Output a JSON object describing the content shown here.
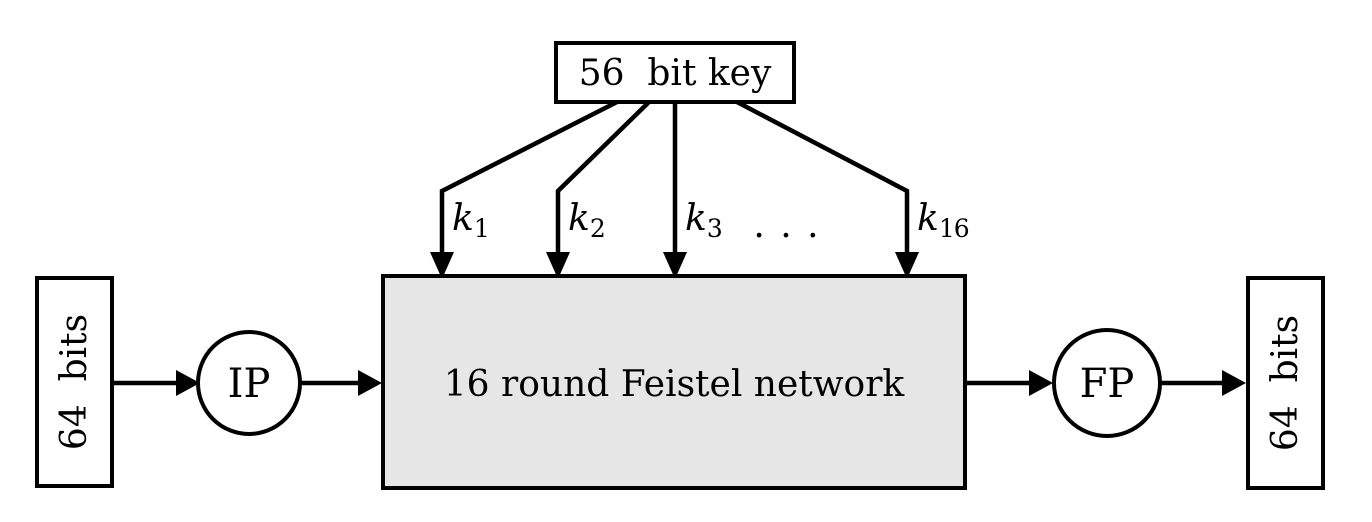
{
  "diagram": {
    "description": "DES block cipher overview diagram",
    "key_box": {
      "label": "56  bit key"
    },
    "round_keys": {
      "k1": {
        "base": "k",
        "sub": "1"
      },
      "k2": {
        "base": "k",
        "sub": "2"
      },
      "k3": {
        "base": "k",
        "sub": "3"
      },
      "ellipsis": ". . .",
      "k16": {
        "base": "k",
        "sub": "16"
      }
    },
    "feistel_box": {
      "label": "16 round Feistel network"
    },
    "ip_node": {
      "label": "IP"
    },
    "fp_node": {
      "label": "FP"
    },
    "input_box": {
      "label": "64  bits"
    },
    "output_box": {
      "label": "64  bits"
    },
    "colors": {
      "stroke": "#000000",
      "feistel_fill": "#e6e6e6",
      "box_fill": "#ffffff",
      "background": "#ffffff"
    }
  }
}
